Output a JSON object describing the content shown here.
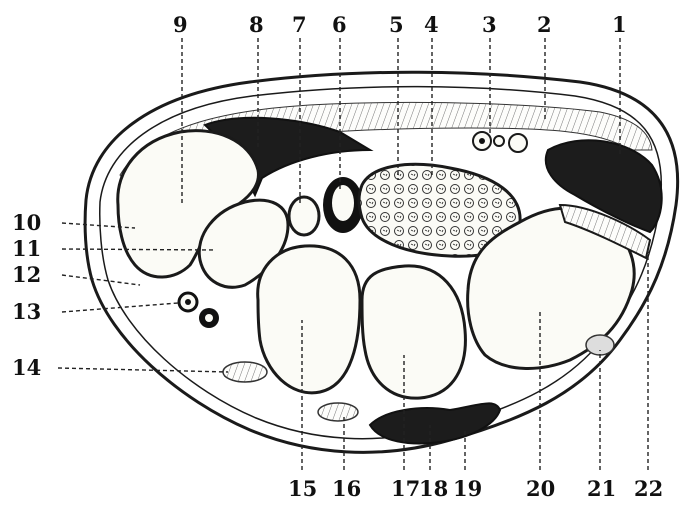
{
  "figure": {
    "labels_top": [
      "9",
      "8",
      "7",
      "6",
      "5",
      "4",
      "3",
      "2",
      "1"
    ],
    "labels_left": [
      "10",
      "11",
      "12",
      "13",
      "14"
    ],
    "labels_bottom": [
      "15",
      "16",
      "17",
      "18",
      "19",
      "20",
      "21",
      "22"
    ]
  }
}
